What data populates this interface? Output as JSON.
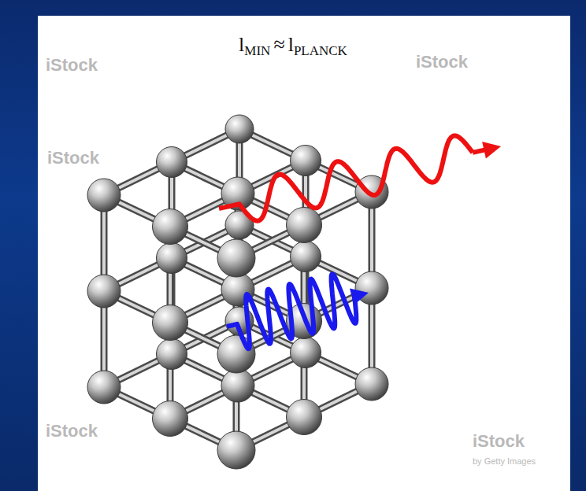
{
  "diagram": {
    "labels": [
      "l",
      "MIN",
      "≈",
      "l",
      "PLANCK",
      "iStock",
      "iStock",
      "iStock",
      "iStock",
      "iStock",
      "by Getty Images"
    ]
  }
}
